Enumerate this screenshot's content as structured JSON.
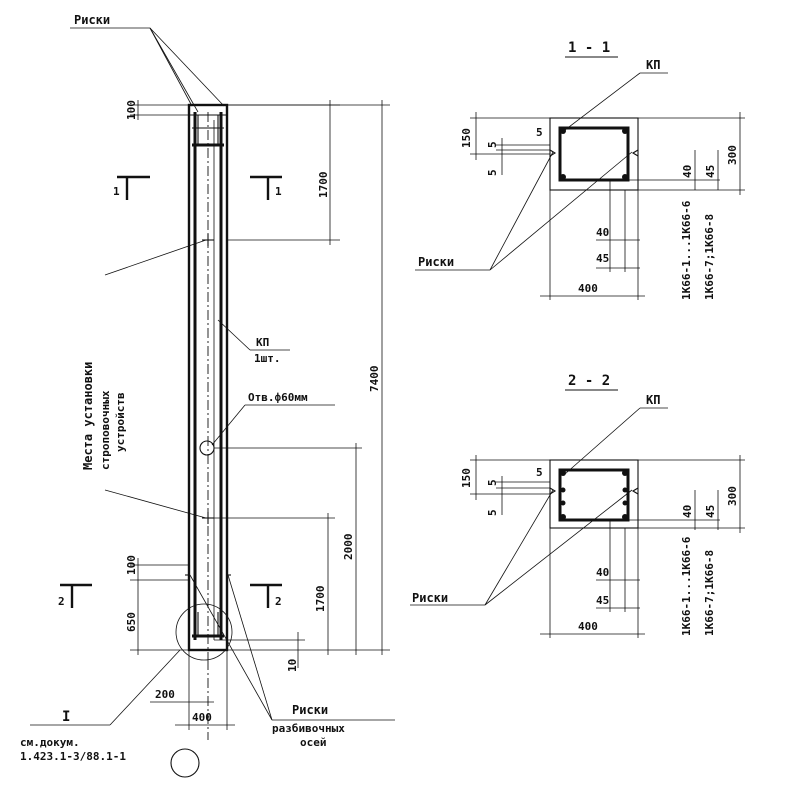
{
  "labels": {
    "riski": "Риски",
    "kp": "КП",
    "kp_count": "1шт.",
    "hole": "Отв.ф60мм",
    "lifting_1": "Места установки",
    "lifting_2": "строповочных",
    "lifting_3": "устройств",
    "axes_riski": "Риски",
    "axes_1": "разбивочных",
    "axes_2": "осей",
    "ref_mark": "I",
    "ref_doc_1": "см.докум.",
    "ref_doc_2": "1.423.1-3/88.1-1"
  },
  "sections": {
    "s1": "1 - 1",
    "s2": "2 - 2",
    "cut1_left": "1",
    "cut1_right": "1",
    "cut2_left": "2",
    "cut2_right": "2"
  },
  "elevation_dims": {
    "d100_top": "100",
    "d1700_top": "1700",
    "d7400": "7400",
    "d2000": "2000",
    "d1700_bot": "1700",
    "d100_bot": "100",
    "d650": "650",
    "d10": "10",
    "d200": "200",
    "d400": "400"
  },
  "section_dims": {
    "d150": "150",
    "d5a": "5",
    "d5b": "5",
    "d5c": "5",
    "d300": "300",
    "d40a": "40",
    "d45a": "45",
    "d40b": "40",
    "d45b": "45",
    "d400": "400",
    "range_a": "1К66-1...1К66-6",
    "range_b": "1К66-7;1К66-8"
  },
  "section2_dims": {
    "d150": "150",
    "d5a": "5",
    "d5b": "5",
    "d5c": "5",
    "d300": "300",
    "d40a": "40",
    "d45a": "45",
    "d40b": "40",
    "d45b": "45",
    "d400": "400",
    "range_a": "1К66-1...1К66-6",
    "range_b": "1К66-7;1К66-8"
  }
}
